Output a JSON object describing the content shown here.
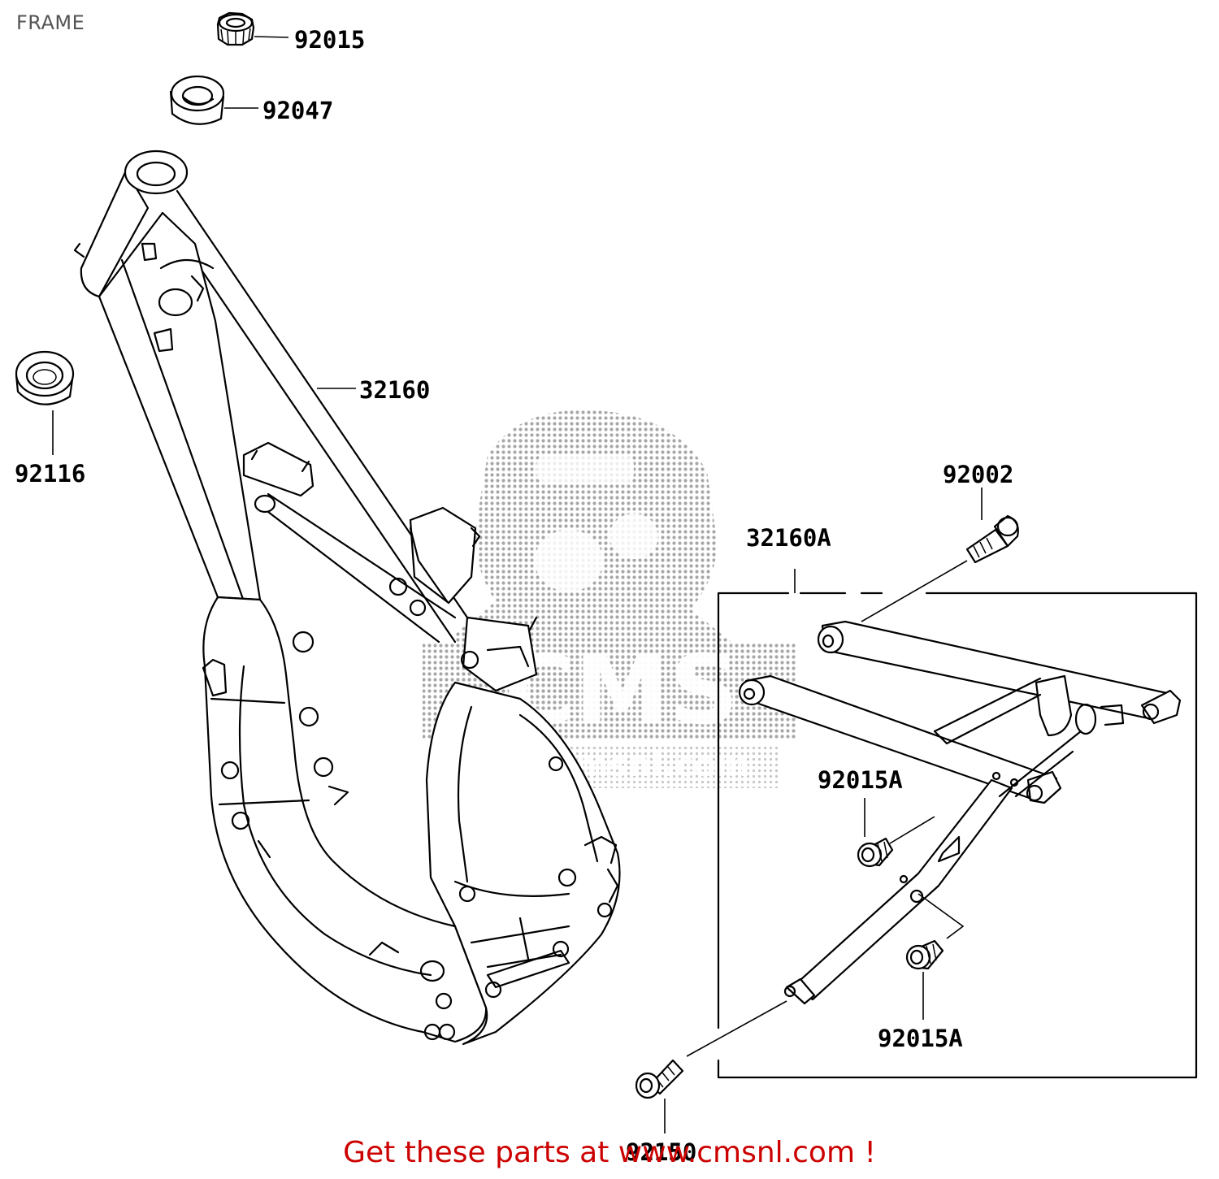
{
  "title": "FRAME",
  "footer": {
    "text": "Get these parts at www.cmsnl.com !",
    "color": "#cc0000"
  },
  "watermark": {
    "text": "CMS",
    "subtext": "www.cmsnl.com"
  },
  "parts": {
    "p92015": "92015",
    "p92047": "92047",
    "p92116": "92116",
    "p32160": "32160",
    "p92002": "92002",
    "p32160A": "32160A",
    "p92015A_top": "92015A",
    "p92015A_bottom": "92015A",
    "p92150": "92150"
  }
}
